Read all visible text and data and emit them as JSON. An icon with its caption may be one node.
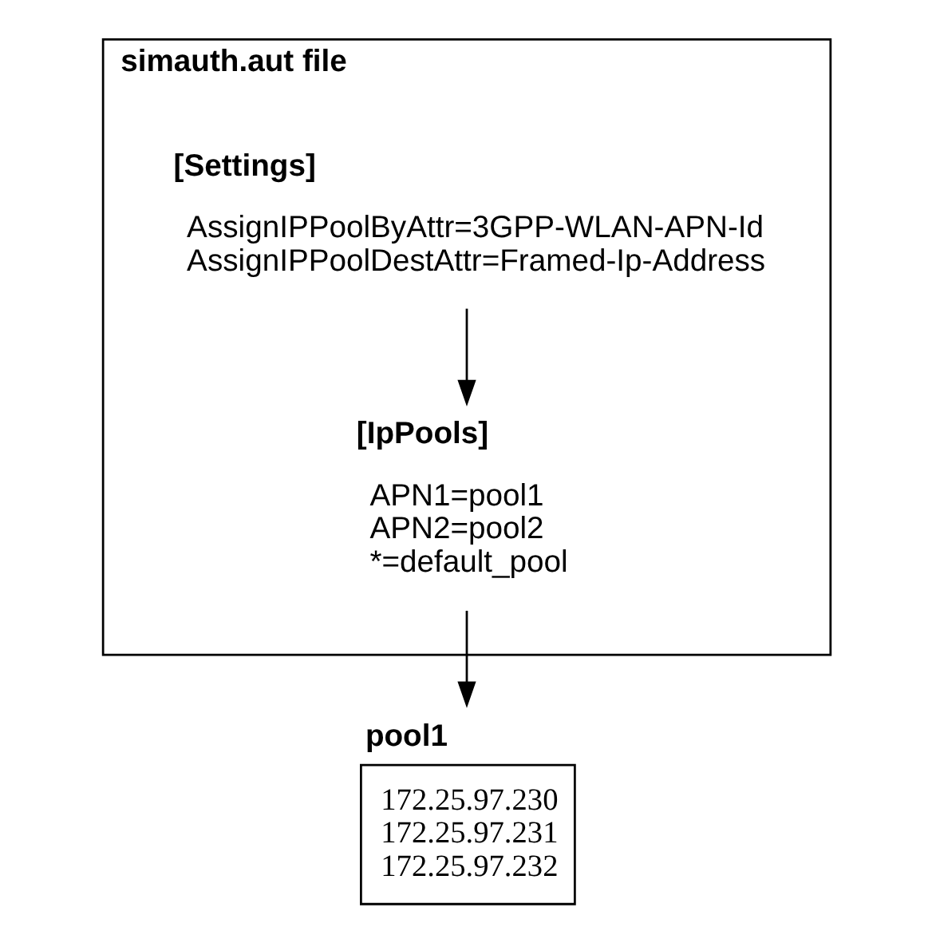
{
  "diagram": {
    "nodes": [
      {
        "text": [
          "simauth.aut file"
        ]
      },
      {
        "text": [
          "[Settings]",
          "AssignIPPoolByAttr=3GPP-WLAN-APN-Id",
          "AssignIPPoolDestAttr=Framed-Ip-Address"
        ],
        "in": 0
      },
      {
        "text": [
          "[IpPools]",
          "APN1=pool1",
          "APN2=pool2",
          "*=default_pool"
        ],
        "in": 0
      },
      {
        "text": [
          "pool1",
          "172.25.97.230",
          "172.25.97.231",
          "172.25.97.232"
        ]
      }
    ],
    "edges": [
      {
        "from": 1,
        "to": 2,
        "arrow": "to"
      },
      {
        "from": 2,
        "to": 3,
        "arrow": "to"
      }
    ]
  }
}
